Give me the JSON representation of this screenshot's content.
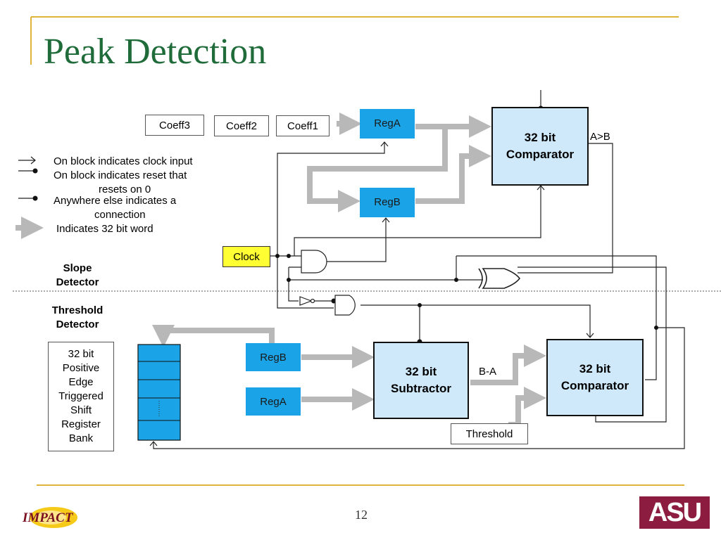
{
  "slide": {
    "title": "Peak Detection",
    "page_number": "12"
  },
  "legend": {
    "clock_input": "On block indicates clock input",
    "reset_line1": "On block indicates reset that",
    "reset_line2": "resets on 0",
    "connection_line1": "Anywhere else indicates a",
    "connection_line2": "connection",
    "word": "Indicates 32 bit word"
  },
  "sections": {
    "slope": "Slope Detector",
    "threshold": "Threshold Detector"
  },
  "blocks": {
    "coeff3": "Coeff3",
    "coeff2": "Coeff2",
    "coeff1": "Coeff1",
    "rega_top": "RegA",
    "regb_top": "RegB",
    "comparator_top": "32 bit Comparator",
    "clock": "Clock",
    "shift_bank": "32 bit Positive Edge Triggered Shift Register Bank",
    "regb_bottom": "RegB",
    "rega_bottom": "RegA",
    "subtractor": "32 bit Subtractor",
    "comparator_bottom": "32 bit Comparator",
    "threshold": "Threshold"
  },
  "signals": {
    "a_gt_b": "A>B",
    "b_minus_a": "B-A"
  },
  "logos": {
    "impact": "IMPACT",
    "asu": "ASU"
  },
  "colors": {
    "title_green": "#1f6b3a",
    "rule_gold": "#e0b43a",
    "register_blue": "#1aa3e6",
    "block_lightblue": "#cfe9fb",
    "clock_yellow": "#ffff33",
    "bus_gray": "#b8b8b8",
    "asu_maroon": "#8c1d40"
  }
}
